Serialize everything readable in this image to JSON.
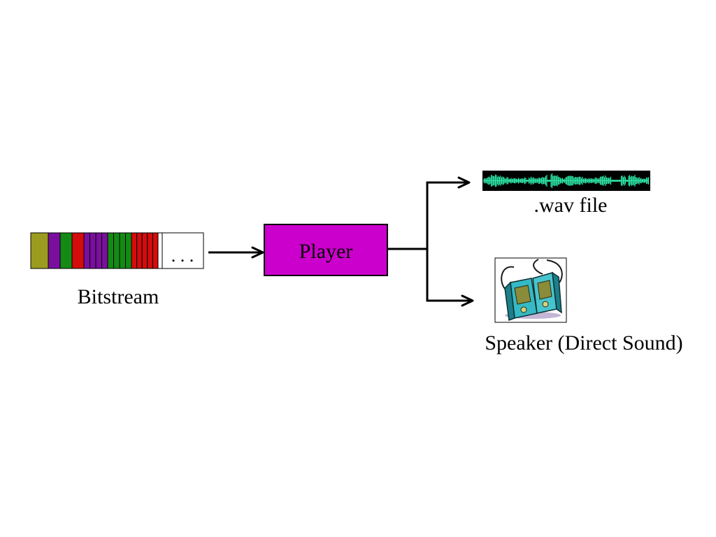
{
  "diagram": {
    "bitstream": {
      "label": "Bitstream",
      "ellipsis": ". . .",
      "segment_colors": [
        "#9b9b1f",
        "#7a0f9e",
        "#148a14",
        "#d40c0c",
        "#7a0f9e",
        "#7a0f9e",
        "#7a0f9e",
        "#7a0f9e",
        "#148a14",
        "#148a14",
        "#148a14",
        "#148a14",
        "#d40c0c",
        "#d40c0c",
        "#d40c0c",
        "#d40c0c",
        "#d40c0c"
      ]
    },
    "player": {
      "label": "Player",
      "color": "#cc00cc"
    },
    "outputs": {
      "wav": {
        "label": ".wav file",
        "waveform_bg": "#000000",
        "waveform_color": "#2ee8a8"
      },
      "speaker": {
        "label": "Speaker (Direct Sound)",
        "icon": "speaker-icon"
      }
    }
  }
}
